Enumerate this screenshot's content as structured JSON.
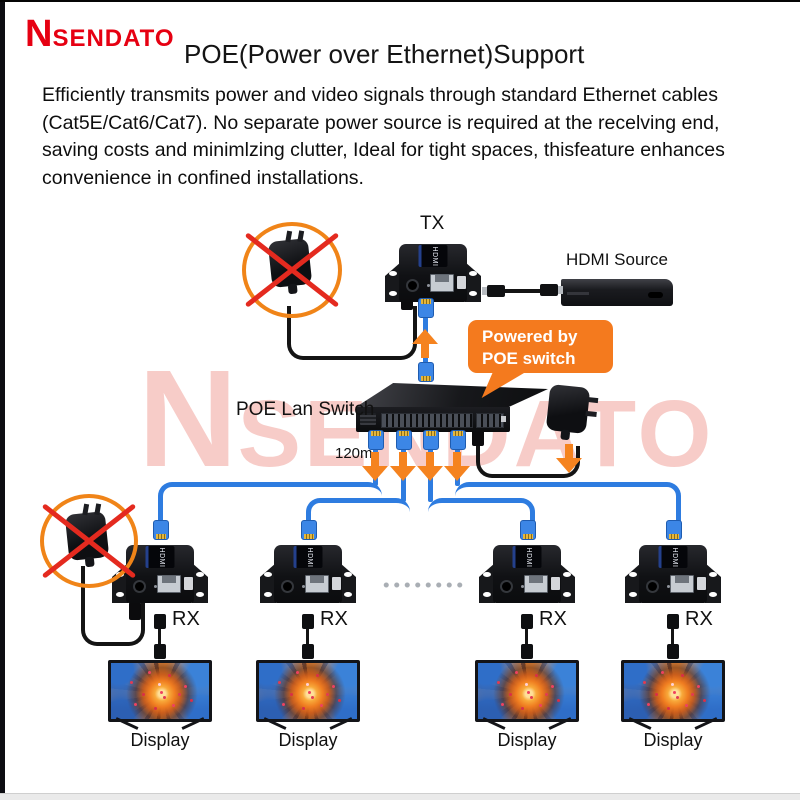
{
  "brand": {
    "initial": "N",
    "rest": "sendato",
    "color": "#e60012"
  },
  "title": "POE(Power over Ethernet)Support",
  "description": "Efficiently transmits power and video signals through standard Ethernet cables (Cat5E/Cat6/Cat7). No separate  power source is required at the recelving end, saving costs and minimlzing clutter, Ideal for tight spaces, thisfeature enhances convenience in confined installations.",
  "diagram": {
    "tx_label": "TX",
    "hdmi_source_label": "HDMI Source",
    "poe_switch_label": "POE Lan Switch",
    "callout": {
      "line1": "Powered by",
      "line2": "POE switch"
    },
    "distance_label": "120m",
    "device_badge": "HDMI",
    "rx_labels": [
      "RX",
      "RX",
      "RX",
      "RX"
    ],
    "display_labels": [
      "Display",
      "Display",
      "Display",
      "Display"
    ],
    "watermark": {
      "initial": "N",
      "rest": "sendato"
    },
    "colors": {
      "cable_blue": "#2e7ce0",
      "arrow_orange": "#f5831f",
      "callout_orange": "#f47a1e",
      "cross_red": "#e42a1f",
      "circle_orange": "#f08418",
      "watermark_red": "#e76558",
      "brand_red": "#e60012"
    }
  }
}
